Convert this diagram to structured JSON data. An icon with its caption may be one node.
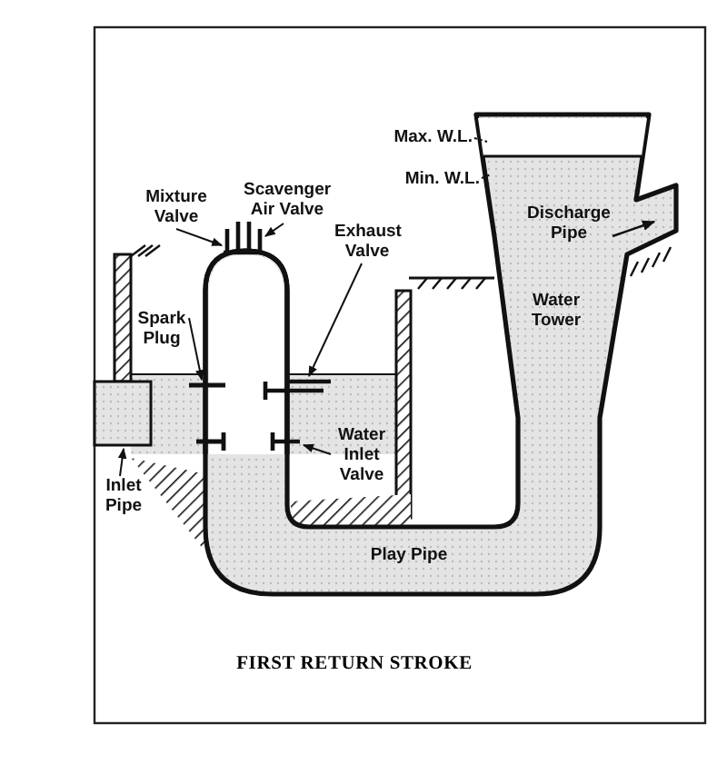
{
  "diagram": {
    "caption": "FIRST RETURN STROKE",
    "nodes": [
      {
        "text": [
          "Mixture Valve"
        ]
      },
      {
        "text": [
          "Scavenger Air Valve"
        ]
      },
      {
        "text": [
          "Exhaust Valve"
        ]
      },
      {
        "text": [
          "Spark Plug"
        ]
      },
      {
        "text": [
          "Water Inlet Valve"
        ]
      },
      {
        "text": [
          "Inlet Pipe"
        ]
      },
      {
        "text": [
          "Max. W.L."
        ]
      },
      {
        "text": [
          "Min. W.L."
        ]
      },
      {
        "text": [],
        "shape": "valve"
      },
      {
        "text": [],
        "shape": "valve"
      },
      {
        "text": [],
        "shape": "valve"
      },
      {
        "text": [],
        "shape": "plug"
      },
      {
        "text": [],
        "shape": "valve"
      },
      {
        "text": [],
        "shape": "pipe"
      }
    ],
    "edges": [
      {
        "from": 0,
        "to": 8,
        "arrow": "to"
      },
      {
        "from": 1,
        "to": 9,
        "arrow": "to"
      },
      {
        "from": 2,
        "to": 10,
        "arrow": "to"
      },
      {
        "from": 3,
        "to": 11,
        "arrow": "to"
      },
      {
        "from": 4,
        "to": 12,
        "arrow": "to"
      },
      {
        "from": 5,
        "to": 13,
        "arrow": "to"
      },
      {
        "from": 6,
        "to": null,
        "arrow": "none",
        "style": "dashed"
      },
      {
        "from": 7,
        "to": null,
        "arrow": "none",
        "style": "dashed"
      }
    ],
    "labels": [
      "Discharge Pipe",
      "Water Tower",
      "Play Pipe"
    ]
  }
}
